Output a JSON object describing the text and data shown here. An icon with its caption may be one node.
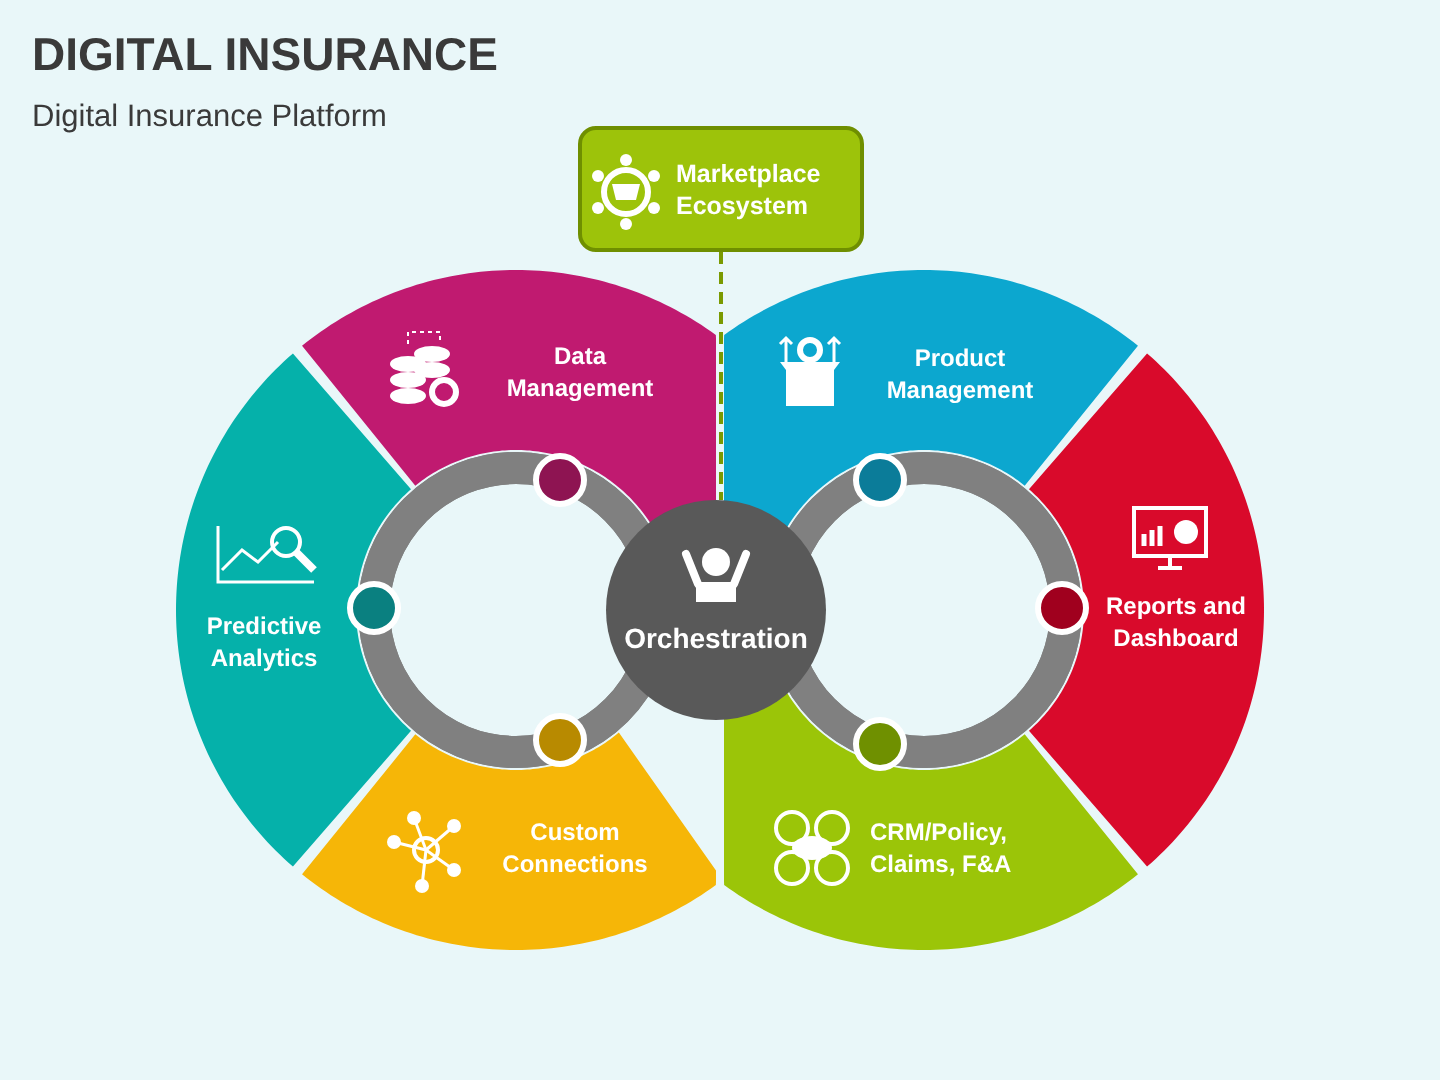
{
  "diagram": {
    "title": "DIGITAL INSURANCE",
    "nodes": [
      {
        "text": [
          "Marketplace Ecosystem"
        ]
      },
      {
        "text": [
          "Data Management"
        ]
      },
      {
        "text": [
          "Product Management"
        ]
      },
      {
        "text": [
          "Predictive Analytics"
        ]
      },
      {
        "text": [
          "Orchestration"
        ]
      },
      {
        "text": [
          "Reports and Dashboard"
        ]
      },
      {
        "text": [
          "Custom Connections"
        ]
      },
      {
        "text": [
          "CRM/Policy, Claims, F&A"
        ]
      }
    ],
    "edges": [
      {
        "from": 0,
        "to": 4,
        "arrow": "none",
        "style": "dashed"
      }
    ],
    "labels": [
      "Digital Insurance Platform"
    ]
  }
}
